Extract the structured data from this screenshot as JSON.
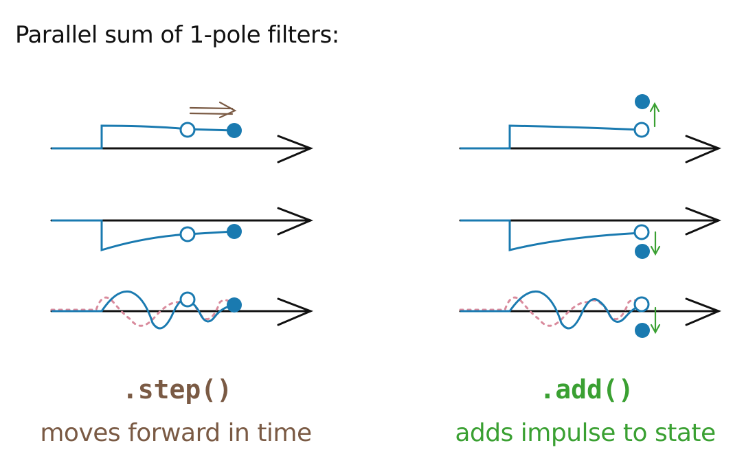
{
  "title": "Parallel sum of 1-pole filters:",
  "left_panel": {
    "method": ".step()",
    "description": "moves forward in time"
  },
  "right_panel": {
    "method": ".add()",
    "description": "adds impulse to state"
  },
  "colors": {
    "ink": "#111111",
    "signal": "#1a7ab0",
    "step_accent": "#7a5a44",
    "add_accent": "#3aa032",
    "dotted_curve": "#d98a9c"
  },
  "icons": {
    "time_arrow": "brown-right-double-arrow",
    "impulse_up": "green-up-arrow",
    "impulse_down": "green-down-arrow"
  }
}
